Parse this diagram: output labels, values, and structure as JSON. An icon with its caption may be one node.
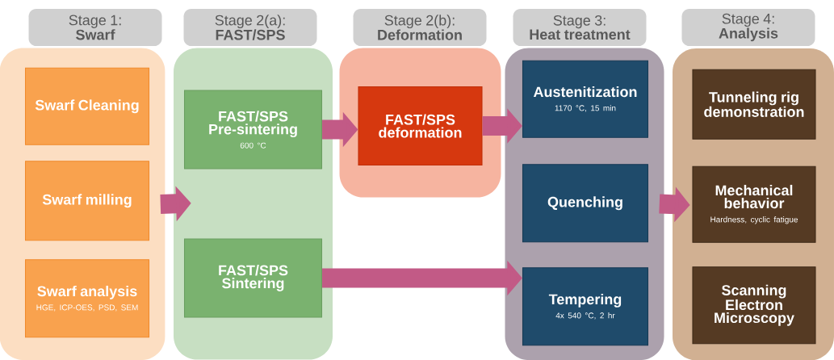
{
  "diagram": {
    "nodes": [
      {
        "text": [
          "Stage 1:",
          "Swarf"
        ]
      },
      {
        "text": [],
        "shape": "box"
      },
      {
        "text": [
          "Swarf Cleaning"
        ],
        "in": 1
      },
      {
        "text": [
          "Swarf milling"
        ],
        "in": 1
      },
      {
        "text": [
          "Swarf analysis",
          "HGE, ICP-OES, PSD, SEM"
        ],
        "in": 1
      },
      {
        "text": [
          "Stage 2(a):",
          "FAST/SPS"
        ]
      },
      {
        "text": [],
        "shape": "box"
      },
      {
        "text": [
          "FAST/SPS Pre-sintering",
          "600 °C"
        ],
        "in": 6
      },
      {
        "text": [
          "FAST/SPS Sintering"
        ],
        "in": 6
      },
      {
        "text": [
          "Stage 2(b):",
          "Deformation"
        ]
      },
      {
        "text": [],
        "shape": "box"
      },
      {
        "text": [
          "FAST/SPS deformation"
        ],
        "in": 10
      },
      {
        "text": [
          "Stage 3:",
          "Heat treatment"
        ]
      },
      {
        "text": [],
        "shape": "box"
      },
      {
        "text": [
          "Austenitization",
          "1170 °C, 15 min"
        ],
        "in": 13
      },
      {
        "text": [
          "Quenching"
        ],
        "in": 13
      },
      {
        "text": [
          "Tempering",
          "4x 540 °C, 2 hr"
        ],
        "in": 13
      },
      {
        "text": [
          "Stage 4:",
          "Analysis"
        ]
      },
      {
        "text": [],
        "shape": "box"
      },
      {
        "text": [
          "Tunneling rig demonstration"
        ],
        "in": 18
      },
      {
        "text": [
          "Mechanical behavior",
          "Hardness, cyclic fatigue"
        ],
        "in": 18
      },
      {
        "text": [
          "Scanning Electron Microscopy"
        ],
        "in": 18
      }
    ],
    "edges": [
      {
        "from": 1,
        "to": 6,
        "arrow": "to"
      },
      {
        "from": 7,
        "to": 11,
        "arrow": "to"
      },
      {
        "from": 11,
        "to": 14,
        "arrow": "to"
      },
      {
        "from": 8,
        "to": 16,
        "arrow": "to"
      },
      {
        "from": 13,
        "to": 18,
        "arrow": "to"
      }
    ]
  }
}
